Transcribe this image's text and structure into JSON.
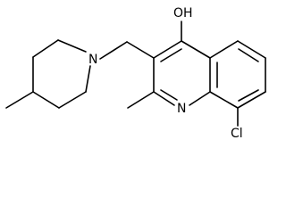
{
  "structure": {
    "atom_labels": {
      "hydroxyl": "OH",
      "ring_nitrogen": "N",
      "piperidine_nitrogen": "N",
      "chlorine": "Cl"
    }
  }
}
